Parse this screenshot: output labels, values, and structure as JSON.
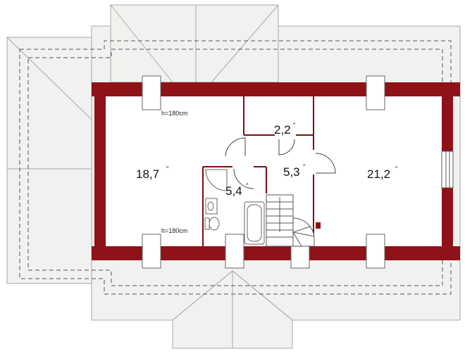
{
  "rooms": [
    {
      "id": "room-left",
      "area": "18,7"
    },
    {
      "id": "room-small",
      "area": "2,2"
    },
    {
      "id": "hall",
      "area": "5,3"
    },
    {
      "id": "bathroom",
      "area": "5,4"
    },
    {
      "id": "room-right",
      "area": "21,2"
    }
  ],
  "height_notes": {
    "top": "h=180cm",
    "bottom": "h=180cm"
  },
  "colors": {
    "wall": "#8f1218",
    "roof": "#f1f1ef",
    "outline": "#555555"
  }
}
